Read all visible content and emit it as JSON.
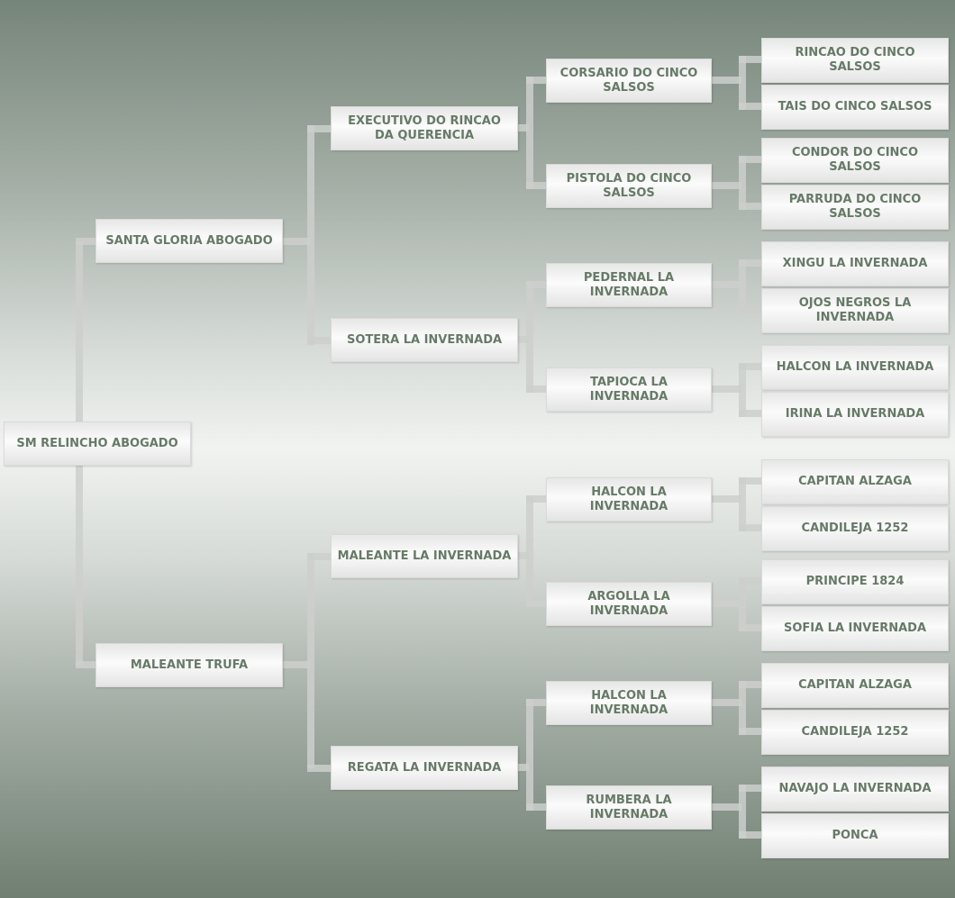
{
  "pedigree": {
    "subject": "SM RELINCHO ABOGADO",
    "sire": "SANTA GLORIA ABOGADO",
    "dam": "MALEANTE TRUFA",
    "grandparents": [
      "EXECUTIVO DO RINCAO DA QUERENCIA",
      "SOTERA LA INVERNADA",
      "MALEANTE LA INVERNADA",
      "REGATA LA INVERNADA"
    ],
    "great_grandparents": [
      "CORSARIO DO CINCO SALSOS",
      "PISTOLA DO CINCO SALSOS",
      "PEDERNAL LA INVERNADA",
      "TAPIOCA LA INVERNADA",
      "HALCON LA INVERNADA",
      "ARGOLLA LA INVERNADA",
      "HALCON LA INVERNADA",
      "RUMBERA LA INVERNADA"
    ],
    "great_great_grandparents": [
      "RINCAO DO CINCO SALSOS",
      "TAIS DO CINCO SALSOS",
      "CONDOR DO CINCO SALSOS",
      "PARRUDA DO CINCO SALSOS",
      "XINGU LA INVERNADA",
      "OJOS NEGROS LA INVERNADA",
      "HALCON LA INVERNADA",
      "IRINA LA INVERNADA",
      "CAPITAN ALZAGA",
      "CANDILEJA 1252",
      "PRINCIPE 1824",
      "SOFIA LA INVERNADA",
      "CAPITAN ALZAGA",
      "CANDILEJA 1252",
      "NAVAJO LA INVERNADA",
      "PONCA"
    ]
  }
}
